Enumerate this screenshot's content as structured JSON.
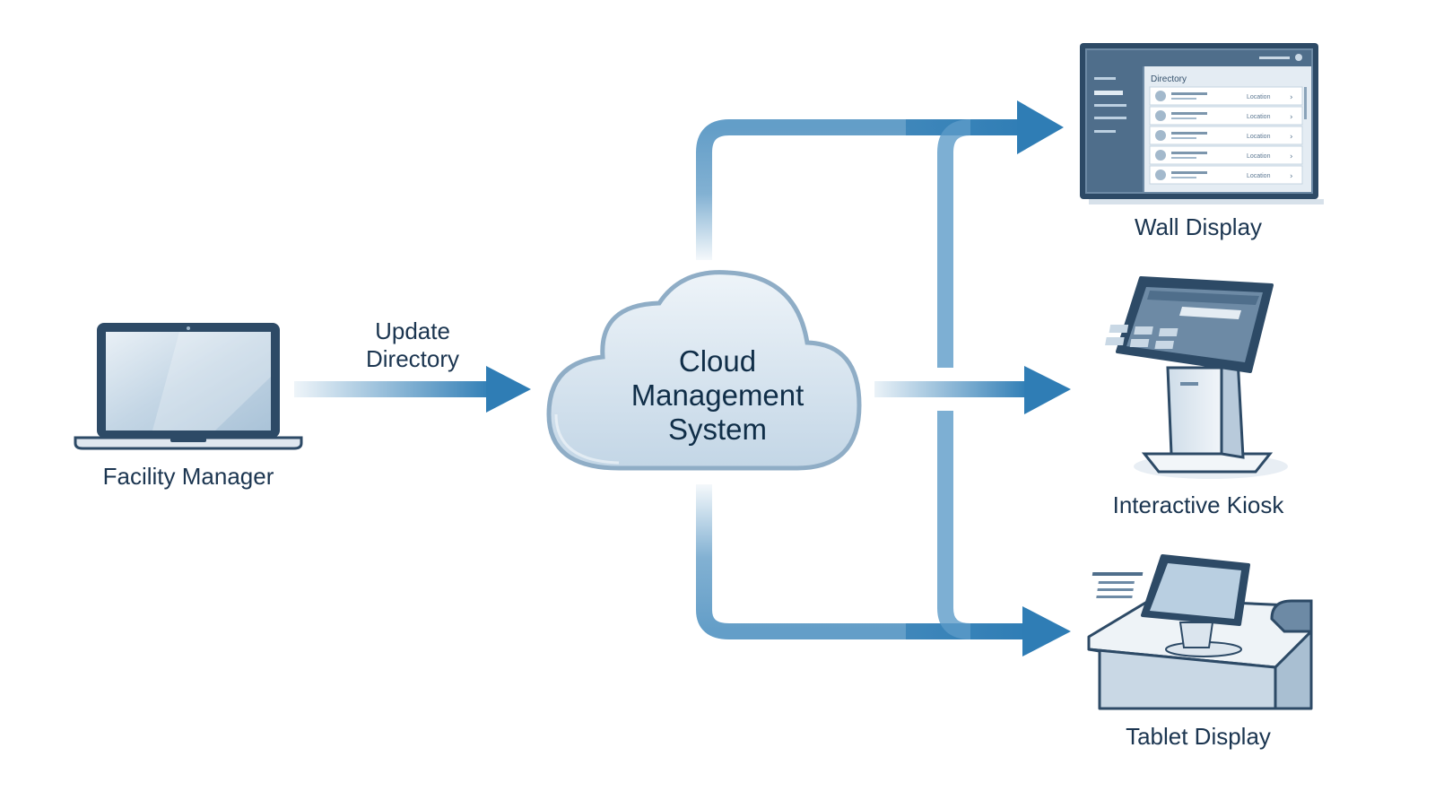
{
  "nodes": {
    "source": {
      "label": "Facility Manager",
      "icon": "laptop-icon"
    },
    "hub": {
      "line1": "Cloud",
      "line2": "Management",
      "line3": "System",
      "icon": "cloud-icon"
    },
    "targets": [
      {
        "label": "Wall Display",
        "icon": "wall-display-icon"
      },
      {
        "label": "Interactive Kiosk",
        "icon": "kiosk-icon"
      },
      {
        "label": "Tablet Display",
        "icon": "tablet-icon"
      }
    ]
  },
  "edges": {
    "update_label_line1": "Update",
    "update_label_line2": "Directory"
  },
  "wall_screen": {
    "header": "Directory",
    "rows": [
      "Location",
      "Location",
      "Location",
      "Location",
      "Location"
    ]
  },
  "colors": {
    "arrow": "#2f7db5",
    "arrow_light": "#d6e6f2",
    "outline": "#2d4a66",
    "cloud_fill": "#dbe7f1",
    "screen": "#b9cfe1"
  }
}
